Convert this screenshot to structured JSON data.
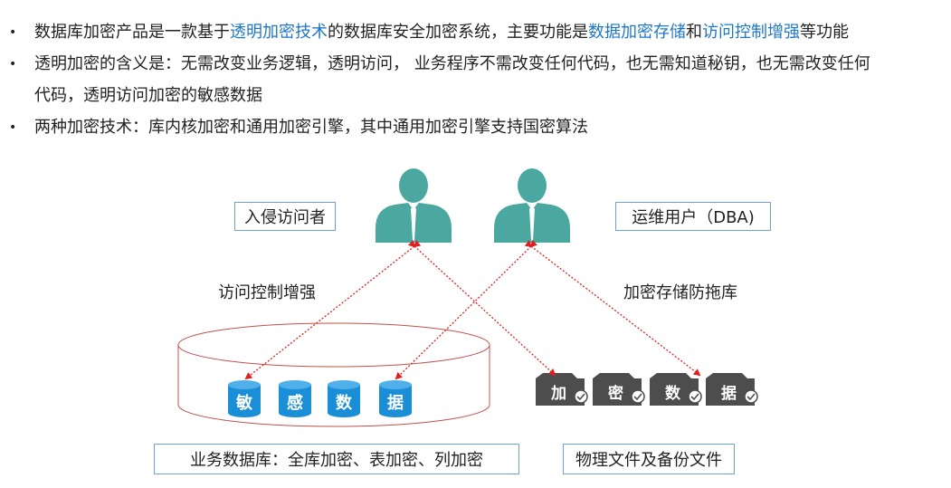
{
  "bullets": {
    "b1": {
      "p1": "数据库加密产品是一款基于",
      "h1": "透明加密技术",
      "p2": "的数据库安全加密系统，主要功能是",
      "h2": "数据加密存储",
      "p3": "和",
      "h3": "访问控制增强",
      "p4": "等功能"
    },
    "b2_line1": "透明加密的含义是：无需改变业务逻辑，透明访问， 业务程序不需改变任何代码，也无需知道秘钥，也无需改变任何",
    "b2_line2": "代码，透明访问加密的敏感数据",
    "b3": "两种加密技术：库内核加密和通用加密引擎，其中通用加密引擎支持国密算法",
    "bullet_char": "•"
  },
  "diagram": {
    "intruder_label": "入侵访问者",
    "dba_label": "运维用户（DBA)",
    "access_control_label": "访问控制增强",
    "encrypt_storage_label": "加密存储防拖库",
    "db_label": "业务数据库：全库加密、表加密、列加密",
    "files_label": "物理文件及备份文件",
    "db_chars": [
      "敏",
      "感",
      "数",
      "据"
    ],
    "file_chars": [
      "加",
      "密",
      "数",
      "据"
    ],
    "colors": {
      "person": "#4aa8a0",
      "cylinder_blue": "#1a8ed6",
      "file_gray": "#4d4d4d",
      "arrow_red": "#e02020",
      "db_outline": "#c0504d",
      "box_border": "#6fa0d8",
      "highlight": "#1f77c8"
    }
  }
}
